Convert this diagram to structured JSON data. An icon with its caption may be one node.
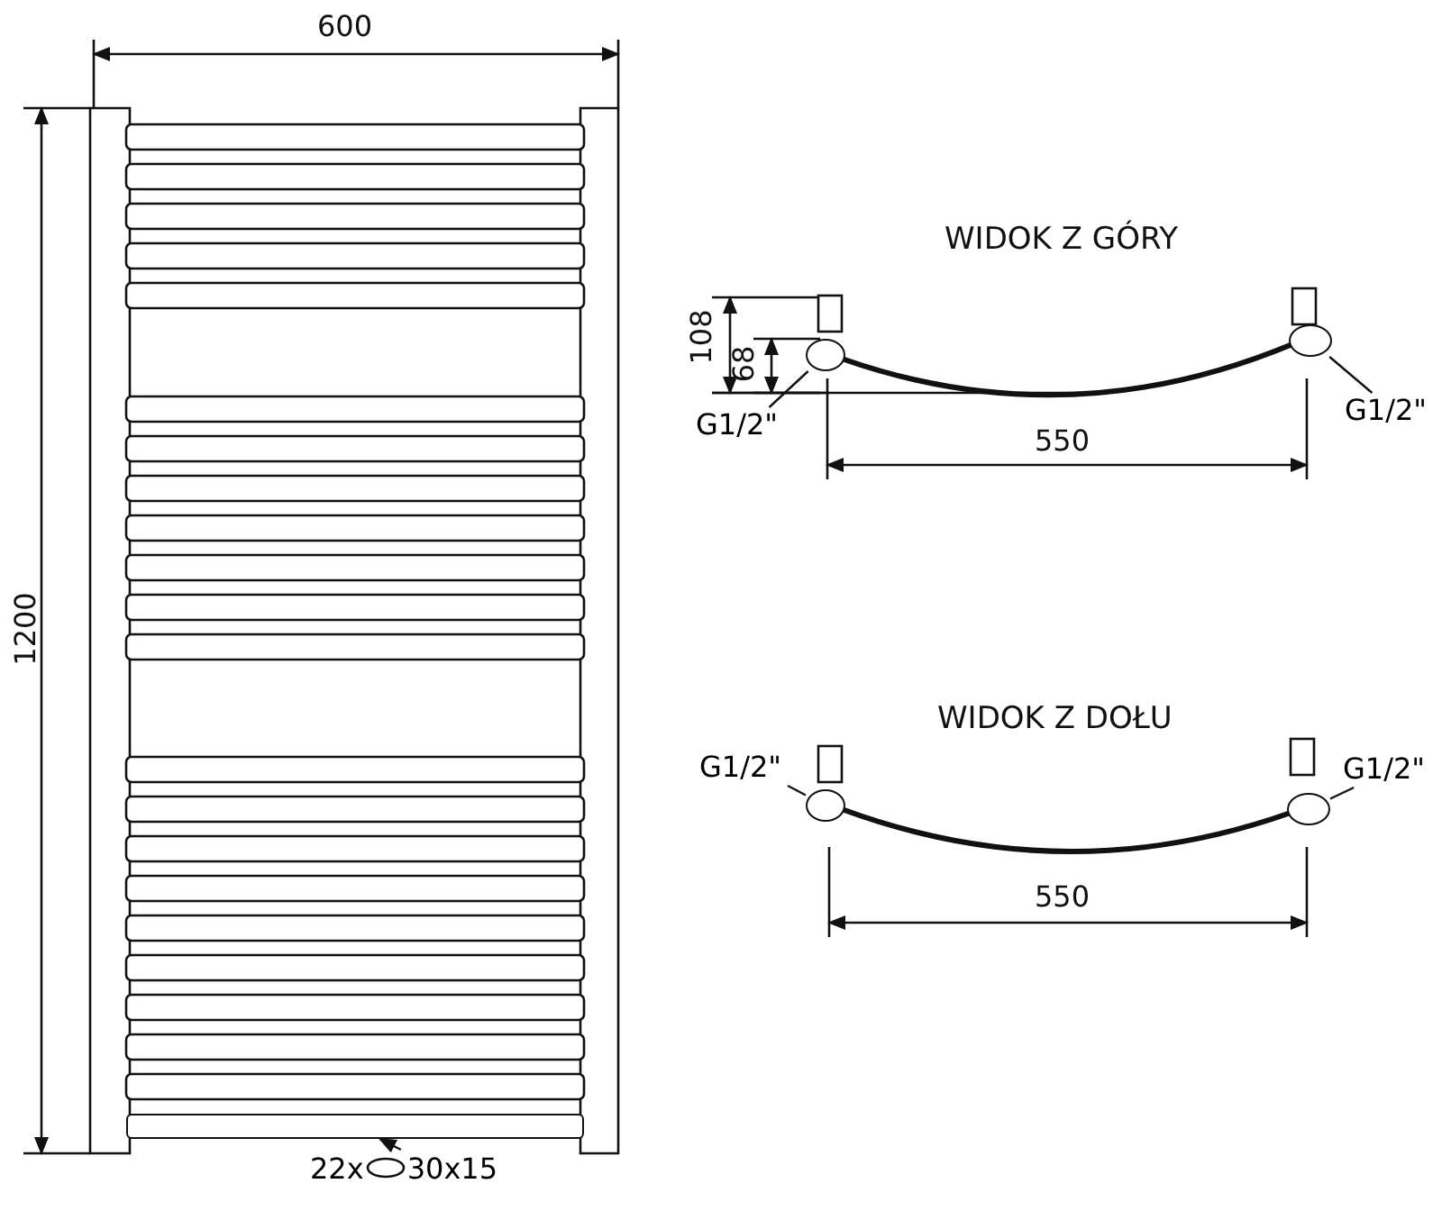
{
  "diagram": {
    "nodes": [
      {
        "text": [],
        "shape": "bar"
      },
      {
        "text": [
          "22x",
          "30x15"
        ]
      },
      {
        "text": [],
        "shape": "circle"
      },
      {
        "text": [],
        "shape": "circle"
      },
      {
        "text": [
          "G1/2\""
        ]
      },
      {
        "text": [
          "G1/2\""
        ]
      },
      {
        "text": [],
        "shape": "circle"
      },
      {
        "text": [],
        "shape": "circle"
      },
      {
        "text": [
          "G1/2\""
        ]
      },
      {
        "text": [
          "G1/2\""
        ]
      }
    ],
    "edges": [
      {
        "from": 1,
        "to": 0,
        "arrow": "to"
      },
      {
        "from": 4,
        "to": 2,
        "arrow": "none"
      },
      {
        "from": 5,
        "to": 3,
        "arrow": "none"
      },
      {
        "from": 8,
        "to": 6,
        "arrow": "none"
      },
      {
        "from": 9,
        "to": 7,
        "arrow": "none"
      },
      {
        "from": 2,
        "to": 3,
        "arrow": "none",
        "style": "thick"
      },
      {
        "from": 6,
        "to": 7,
        "arrow": "none",
        "style": "thick"
      }
    ],
    "labels": [
      "600",
      "1200",
      "WIDOK Z GÓRY",
      "108",
      "68",
      "550",
      "WIDOK Z DOŁU",
      "550"
    ]
  }
}
